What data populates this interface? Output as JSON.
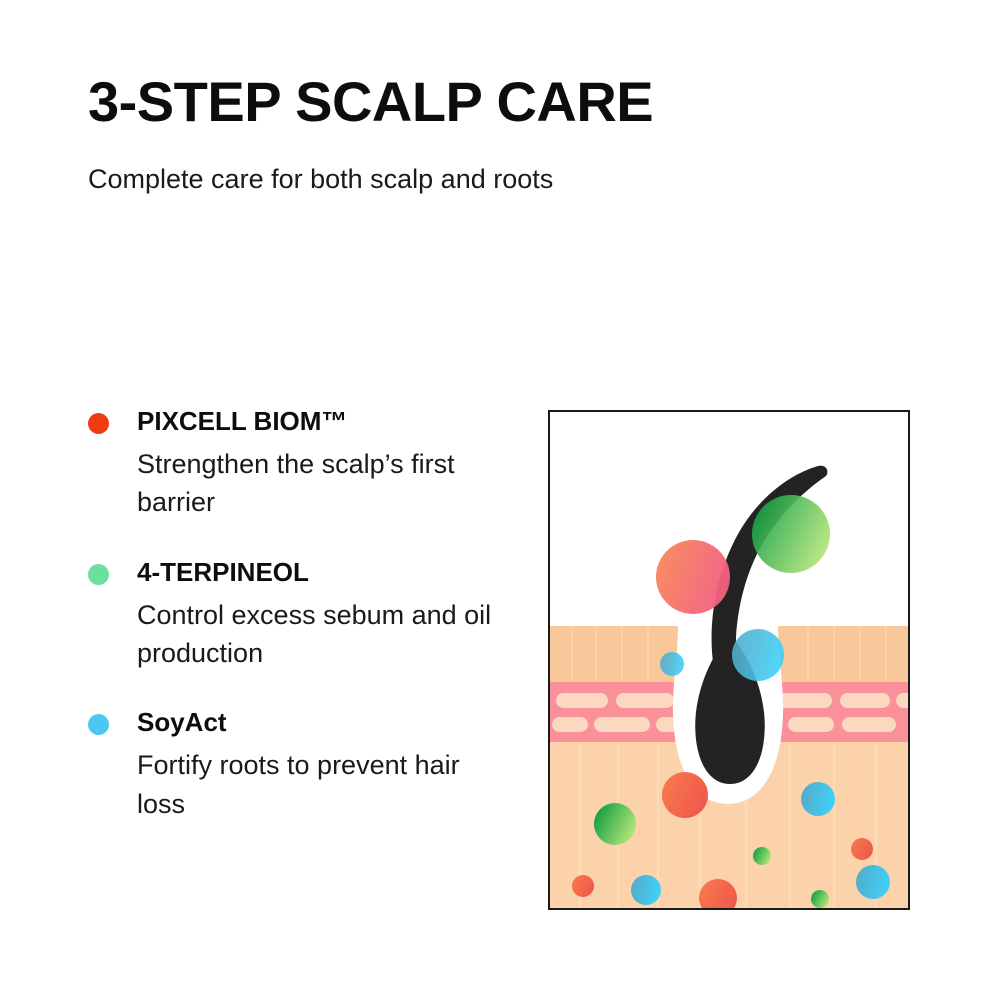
{
  "header": {
    "title": "3-STEP SCALP CARE",
    "subtitle": "Complete care for both scalp and roots"
  },
  "benefits": [
    {
      "dot_color": "#F03A10",
      "name": "PIXCELL BIOM™",
      "description": "Strengthen the scalp’s first barrier"
    },
    {
      "dot_color": "#6BDF9C",
      "name": "4-TERPINEOL",
      "description": "Control excess sebum and oil production"
    },
    {
      "dot_color": "#4BC8F0",
      "name": "SoyAct",
      "description": "Fortify roots to prevent hair loss"
    }
  ],
  "illustration": {
    "alt": "Cross-section diagram of scalp skin with a hair follicle and colored active-ingredient particles",
    "border_color": "#1a1a1a",
    "background_color": "#ffffff",
    "layers": [
      {
        "name": "epidermis",
        "color": "#F8C89A"
      },
      {
        "name": "dermis-band",
        "color": "#F9909A"
      },
      {
        "name": "dermis-capsule",
        "color": "#FBD9C0"
      },
      {
        "name": "hypodermis",
        "color": "#FBD2AA"
      }
    ],
    "hair": {
      "shaft_color": "#232323",
      "bulb_color": "#232323",
      "sheath_color": "#ffffff"
    },
    "particles": {
      "red_gradient": [
        "#F97B4F",
        "#F2607F"
      ],
      "green_gradient": [
        "#17A44A",
        "#B7E57A"
      ],
      "blue_gradient": [
        "#5BAFC9",
        "#45CDF2"
      ]
    }
  }
}
